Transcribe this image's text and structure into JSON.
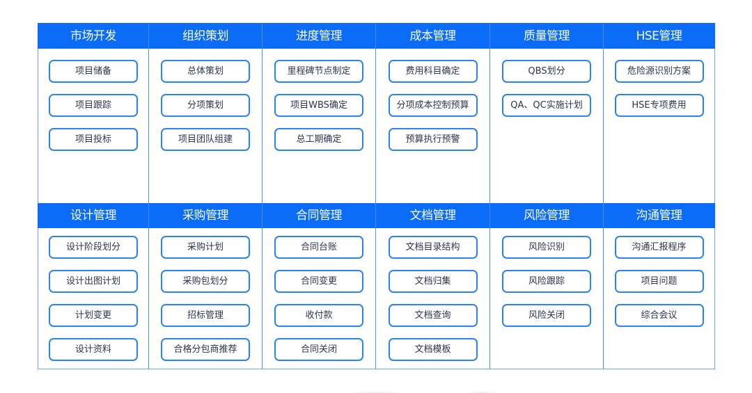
{
  "colors": {
    "header_bg": "#0a6cf7",
    "header_text": "#ffffff",
    "button_border": "#2b82f6",
    "button_text": "#2e3450",
    "grid_line": "#4b8ff5"
  },
  "rows": [
    {
      "columns": [
        {
          "title": "市场开发",
          "items": [
            "项目储备",
            "项目跟踪",
            "项目投标"
          ]
        },
        {
          "title": "组织策划",
          "items": [
            "总体策划",
            "分项策划",
            "项目团队组建"
          ]
        },
        {
          "title": "进度管理",
          "items": [
            "里程碑节点制定",
            "项目WBS确定",
            "总工期确定"
          ]
        },
        {
          "title": "成本管理",
          "items": [
            "费用科目确定",
            "分项成本控制预算",
            "预算执行预警"
          ]
        },
        {
          "title": "质量管理",
          "items": [
            "QBS划分",
            "QA、QC实施计划"
          ]
        },
        {
          "title": "HSE管理",
          "items": [
            "危险源识别方案",
            "HSE专项费用"
          ]
        }
      ]
    },
    {
      "columns": [
        {
          "title": "设计管理",
          "items": [
            "设计阶段划分",
            "设计出图计划",
            "计划变更",
            "设计资料"
          ]
        },
        {
          "title": "采购管理",
          "items": [
            "采购计划",
            "采购包划分",
            "招标管理",
            "合格分包商推荐"
          ]
        },
        {
          "title": "合同管理",
          "items": [
            "合同台账",
            "合同变更",
            "收付款",
            "合同关闭"
          ]
        },
        {
          "title": "文档管理",
          "items": [
            "文档目录结构",
            "文档归集",
            "文档查询",
            "文档模板"
          ]
        },
        {
          "title": "风险管理",
          "items": [
            "风险识别",
            "风险跟踪",
            "风险关闭"
          ]
        },
        {
          "title": "沟通管理",
          "items": [
            "沟通汇报程序",
            "项目问题",
            "综合会议"
          ]
        }
      ]
    }
  ]
}
